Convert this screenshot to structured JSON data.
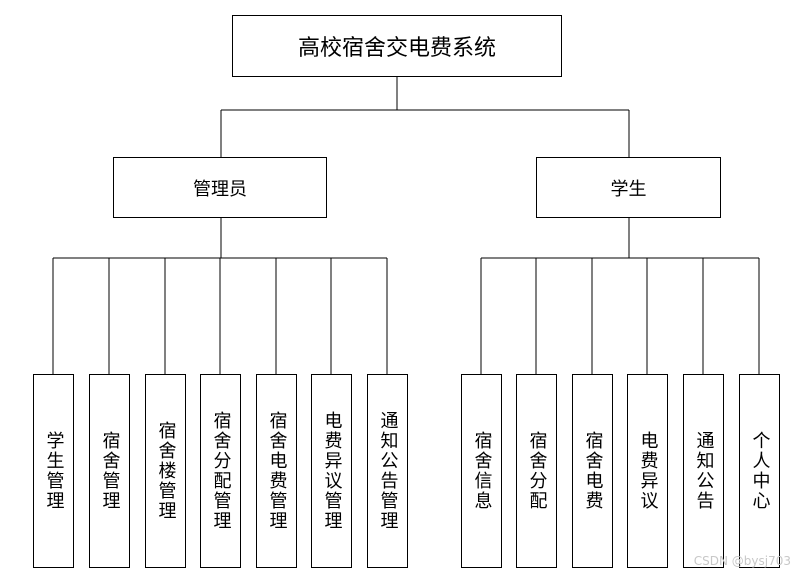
{
  "root": {
    "label": "高校宿舍交电费系统"
  },
  "roles": [
    {
      "label": "管理员",
      "modules": [
        "学生管理",
        "宿舍管理",
        "宿舍楼管理",
        "宿舍分配管理",
        "宿舍电费管理",
        "电费异议管理",
        "通知公告管理"
      ]
    },
    {
      "label": "学生",
      "modules": [
        "宿舍信息",
        "宿舍分配",
        "宿舍电费",
        "电费异议",
        "通知公告",
        "个人中心"
      ]
    }
  ],
  "watermark": "CSDN @bysj703"
}
